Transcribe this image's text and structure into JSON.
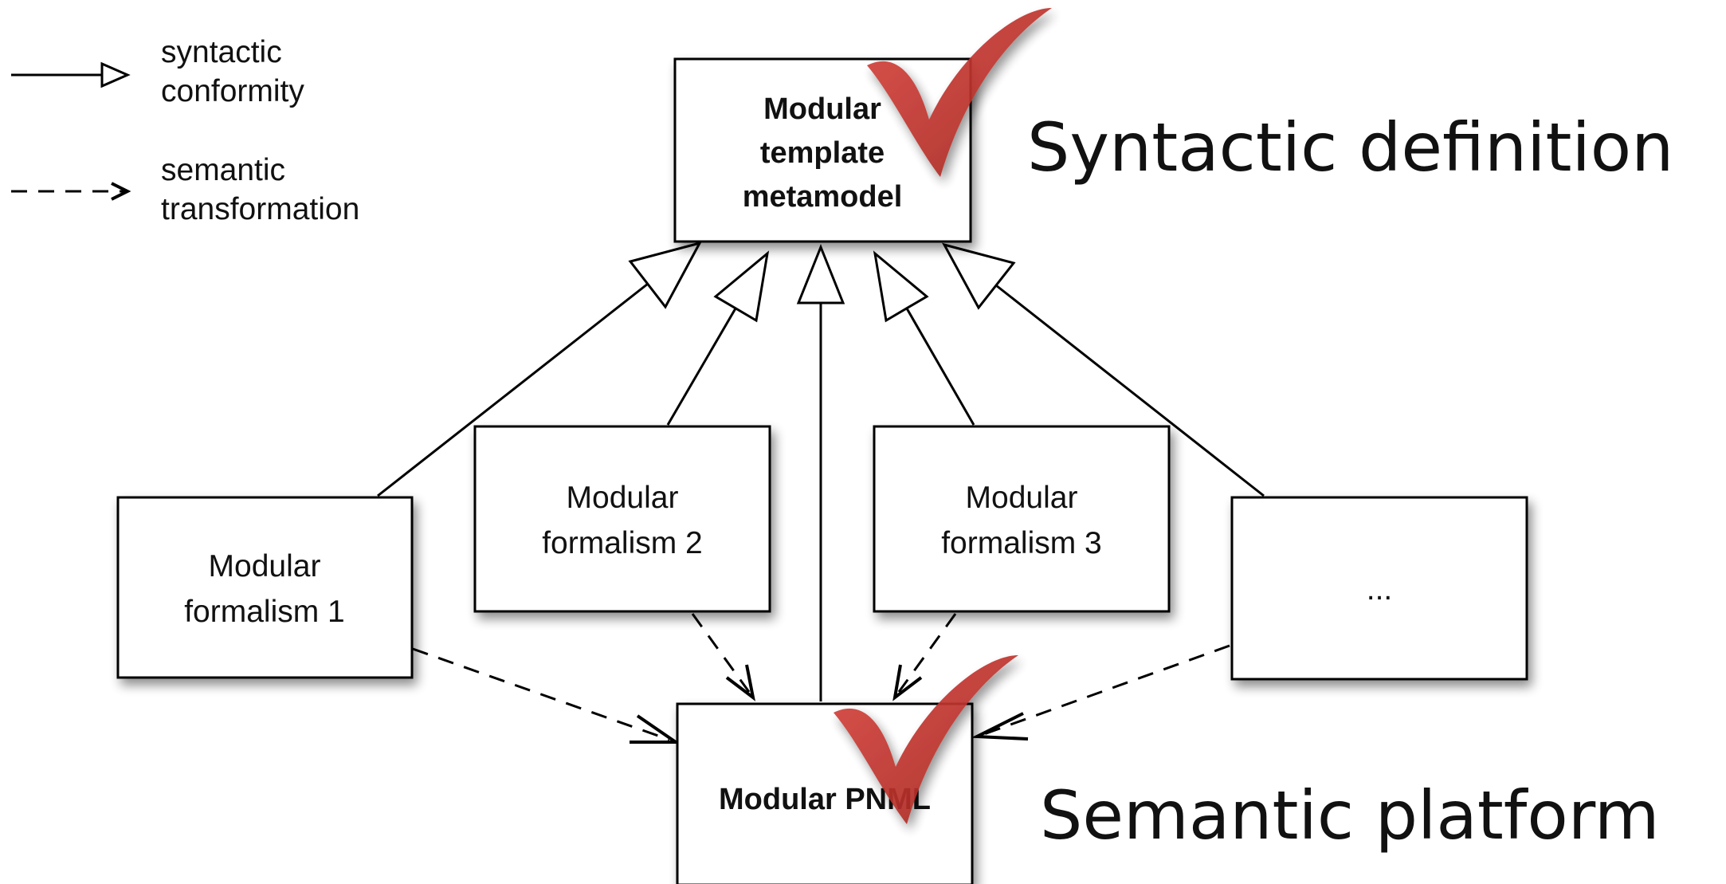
{
  "legend": {
    "syntactic": [
      "syntactic",
      "conformity"
    ],
    "semantic": [
      "semantic",
      "transformation"
    ]
  },
  "nodes": {
    "metamodel": [
      "Modular",
      "template",
      "metamodel"
    ],
    "formalism1": [
      "Modular",
      "formalism 1"
    ],
    "formalism2": [
      "Modular",
      "formalism 2"
    ],
    "formalism3": [
      "Modular",
      "formalism 3"
    ],
    "ellipsis": [
      "..."
    ],
    "pnml": [
      "Modular PNML"
    ]
  },
  "annotations": {
    "syntactic_definition": "Syntactic definition",
    "semantic_platform": "Semantic platform"
  },
  "colors": {
    "checkmark": "#c0302b",
    "line": "#000000",
    "box_border": "#000000",
    "box_fill": "#ffffff"
  },
  "icons": {
    "check": "check-mark-icon"
  }
}
